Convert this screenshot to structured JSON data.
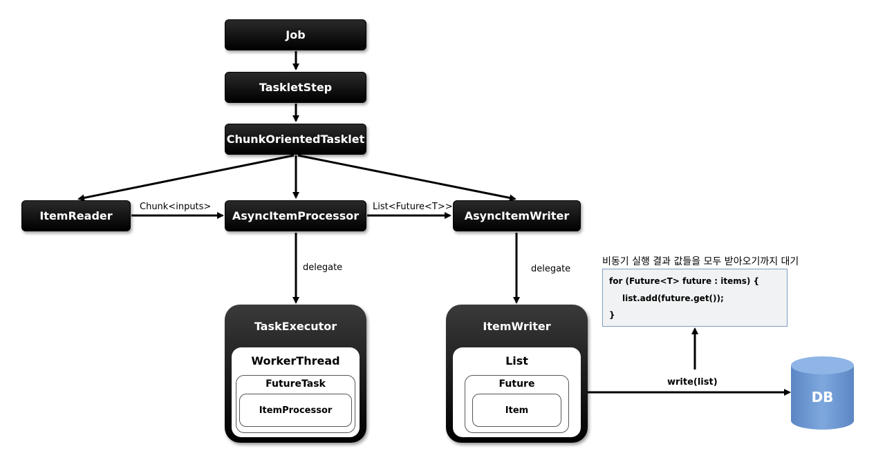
{
  "nodes": {
    "job": "Job",
    "tasklet_step": "TaskletStep",
    "chunk_tasklet": "ChunkOrientedTasklet",
    "item_reader": "ItemReader",
    "async_processor": "AsyncItemProcessor",
    "async_writer": "AsyncItemWriter"
  },
  "edge_labels": {
    "chunk_inputs": "Chunk<inputs>",
    "list_future": "List<Future<T>>",
    "delegate_processor": "delegate",
    "delegate_writer": "delegate",
    "write_list": "write(list)"
  },
  "task_executor": {
    "title": "TaskExecutor",
    "worker_thread": "WorkerThread",
    "future_task": "FutureTask",
    "item_processor": "ItemProcessor"
  },
  "item_writer": {
    "title": "ItemWriter",
    "list": "List",
    "future": "Future",
    "item": "Item"
  },
  "note": {
    "caption": "비동기 실행 결과 값들을 모두 받아오기까지 대기",
    "code": [
      "for (Future<T> future : items) {",
      "list.add(future.get());",
      "}"
    ]
  },
  "db": {
    "label": "DB",
    "color": "#6f9bd4"
  }
}
